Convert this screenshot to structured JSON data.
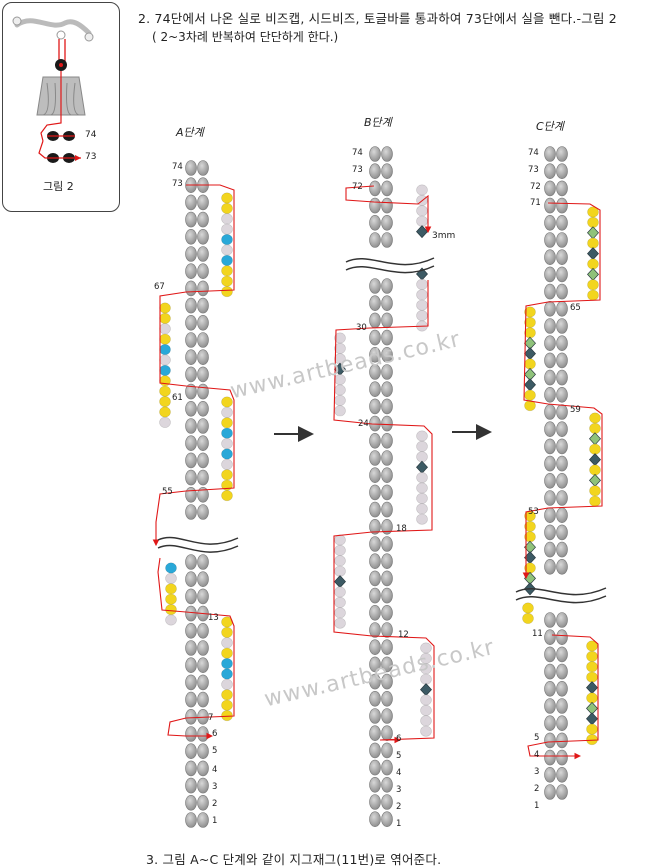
{
  "instructions": {
    "step2_line1": "2. 74단에서 나온 실로 비즈캡, 시드비즈, 토글바를 통과하여 73단에서 실을 뺀다.-그림 2",
    "step2_line2": "( 2~3차례 반복하여 단단하게 한다.)",
    "step3": "3. 그림 A~C 단계와 같이 지그재그(11번)로 엮어준다."
  },
  "figure2": {
    "caption": "그림 2",
    "row_labels": [
      "74",
      "73"
    ]
  },
  "columns": {
    "a": {
      "title": "A단계",
      "labels": [
        "74",
        "73",
        "67",
        "61",
        "55",
        "13",
        "7",
        "6",
        "5",
        "4",
        "3",
        "2",
        "1"
      ]
    },
    "b": {
      "title": "B단계",
      "labels": [
        "74",
        "73",
        "72",
        "30",
        "24",
        "18",
        "12",
        "6",
        "5",
        "4",
        "3",
        "2",
        "1"
      ],
      "size_note": "3mm"
    },
    "c": {
      "title": "C단계",
      "labels": [
        "74",
        "73",
        "72",
        "71",
        "65",
        "59",
        "53",
        "11",
        "5",
        "4",
        "3",
        "2",
        "1"
      ]
    }
  },
  "watermark": "www.artbeads.co.kr",
  "colors": {
    "bead_gray": "#9a9a9a",
    "bead_light": "#dcd6dc",
    "bead_yellow": "#f2d51e",
    "bead_blue": "#29a8d8",
    "crystal_dark": "#3c5a64",
    "crystal_green": "#8fc27a",
    "thread_red": "#e01818",
    "black_bead": "#1a1a1a"
  }
}
